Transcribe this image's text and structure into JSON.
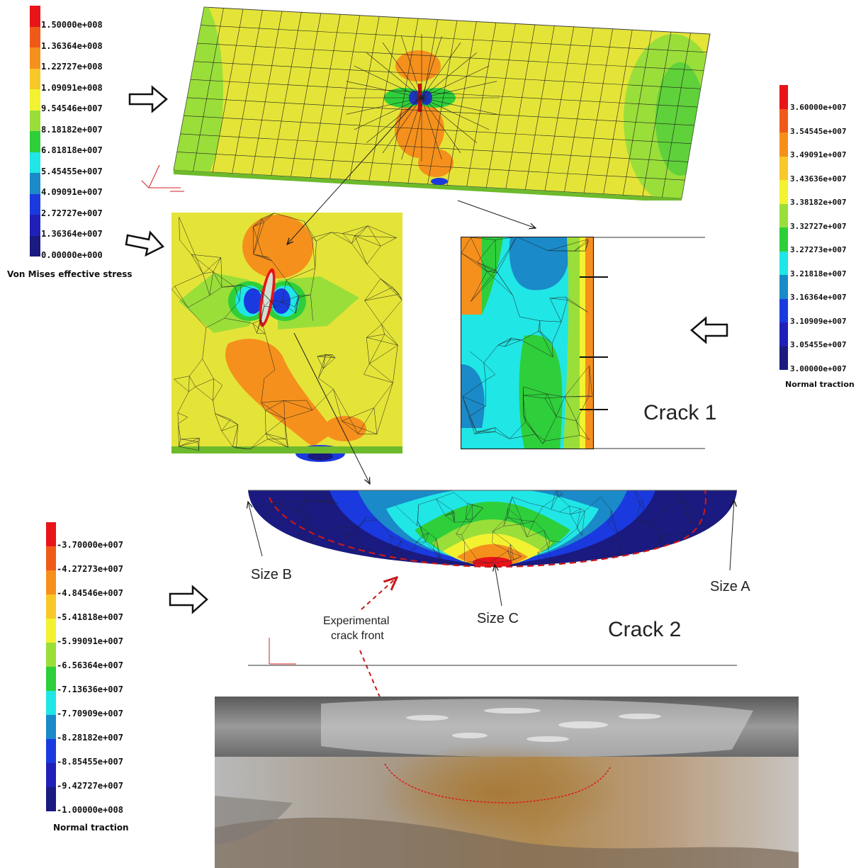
{
  "legends": {
    "von_mises": {
      "title": "Von Mises effective stress",
      "labels": [
        "1.50000e+008",
        "1.36364e+008",
        "1.22727e+008",
        "1.09091e+008",
        "9.54546e+007",
        "8.18182e+007",
        "6.81818e+007",
        "5.45455e+007",
        "4.09091e+007",
        "2.72727e+007",
        "1.36364e+007",
        "0.00000e+000"
      ],
      "colors": [
        "#e8141a",
        "#f05a18",
        "#f5901c",
        "#f8c828",
        "#f2f230",
        "#9ade3a",
        "#2ecf3a",
        "#20e6e6",
        "#1a8ac8",
        "#1a3ae0",
        "#2020b8",
        "#1a1a80"
      ]
    },
    "normal_traction_1": {
      "title": "Normal traction",
      "labels": [
        "3.60000e+007",
        "3.54545e+007",
        "3.49091e+007",
        "3.43636e+007",
        "3.38182e+007",
        "3.32727e+007",
        "3.27273e+007",
        "3.21818e+007",
        "3.16364e+007",
        "3.10909e+007",
        "3.05455e+007",
        "3.00000e+007"
      ],
      "colors": [
        "#e8141a",
        "#f05a18",
        "#f5901c",
        "#f8c828",
        "#f2f230",
        "#9ade3a",
        "#2ecf3a",
        "#20e6e6",
        "#1a8ac8",
        "#1a3ae0",
        "#2020b8",
        "#1a1a80"
      ]
    },
    "normal_traction_2": {
      "title": "Normal traction",
      "labels": [
        "-3.70000e+007",
        "-4.27273e+007",
        "-4.84546e+007",
        "-5.41818e+007",
        "-5.99091e+007",
        "-6.56364e+007",
        "-7.13636e+007",
        "-7.70909e+007",
        "-8.28182e+007",
        "-8.85455e+007",
        "-9.42727e+007",
        "-1.00000e+008"
      ],
      "colors": [
        "#e8141a",
        "#f05a18",
        "#f5901c",
        "#f8c828",
        "#f2f230",
        "#9ade3a",
        "#2ecf3a",
        "#20e6e6",
        "#1a8ac8",
        "#1a3ae0",
        "#2020b8",
        "#1a1a80"
      ]
    }
  },
  "labels": {
    "crack1": "Crack 1",
    "crack2": "Crack 2",
    "size_a": "Size A",
    "size_b": "Size B",
    "size_c": "Size C",
    "experimental_line1": "Experimental",
    "experimental_line2": "crack front"
  }
}
